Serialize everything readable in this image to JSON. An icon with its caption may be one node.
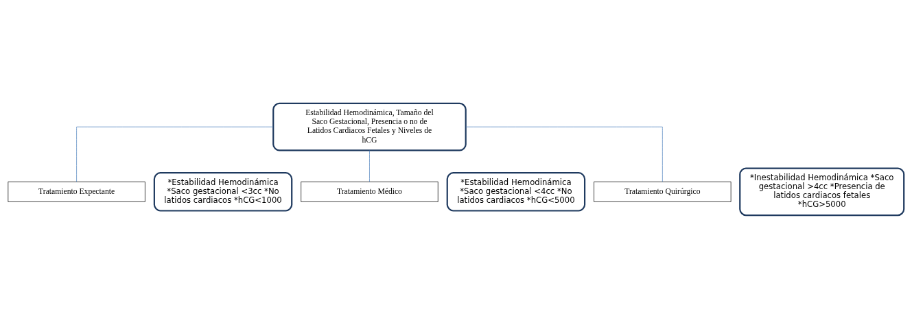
{
  "diagram": {
    "nodes": [
      {
        "text": [
          "Estabilidad Hemodinámica, Tamaño del Saco Gestacional, Presencia o no de Latidos Cardiacos Fetales y Niveles de hCG"
        ]
      },
      {
        "text": [
          "Tratamiento Expectante"
        ]
      },
      {
        "text": [
          "Tratamiento Médico"
        ]
      },
      {
        "text": [
          "Tratamiento Quirúrgico"
        ]
      },
      {
        "text": [
          "*Estabilidad Hemodinámica *Saco gestacional <3cc *No latidos cardiacos *hCG<1000"
        ]
      },
      {
        "text": [
          "*Estabilidad Hemodinámica *Saco gestacional <4cc *No latidos cardiacos *hCG<5000"
        ]
      },
      {
        "text": [
          "*Inestabilidad Hemodinámica *Saco gestacional >4cc *Presencia de latidos cardiacos fetales *hCG>5000"
        ]
      }
    ],
    "edges": [
      {
        "from": 0,
        "to": 1,
        "arrow": "none",
        "color": "#4f81bd"
      },
      {
        "from": 0,
        "to": 2,
        "arrow": "none",
        "color": "#4f81bd"
      },
      {
        "from": 0,
        "to": 3,
        "arrow": "none",
        "color": "#4f81bd"
      }
    ]
  }
}
